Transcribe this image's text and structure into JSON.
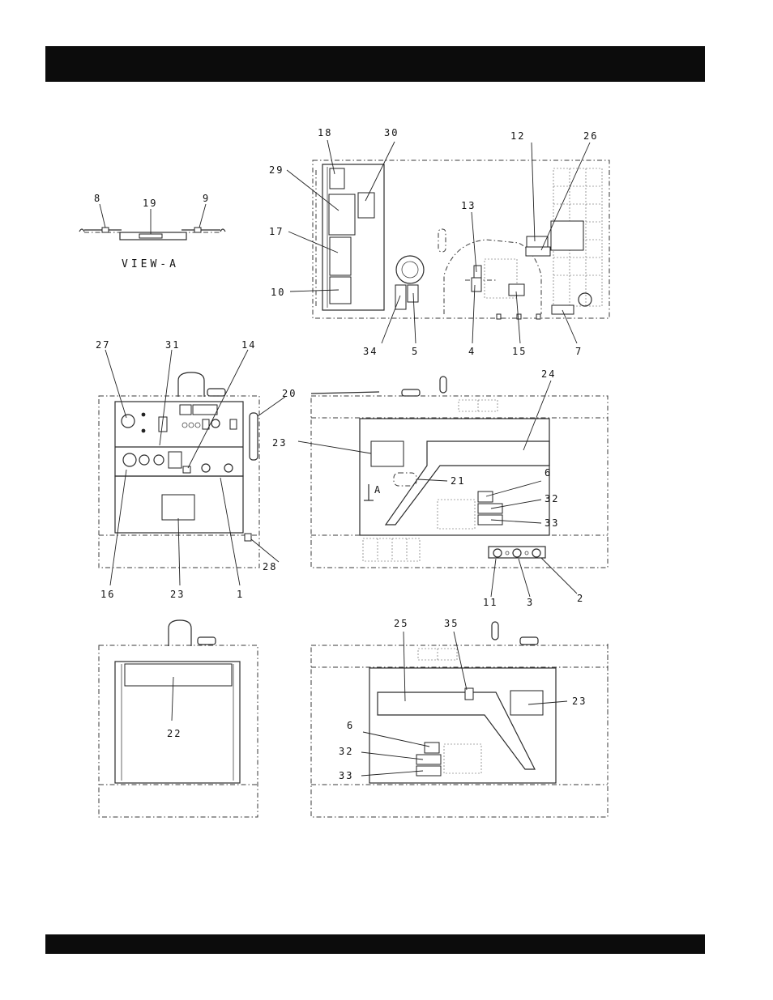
{
  "header": {
    "title": ""
  },
  "footer": {
    "text": ""
  },
  "diagram": {
    "view_caption": "VIEW-A",
    "marker_a": "A",
    "callouts": {
      "c8": "8",
      "c19": "19",
      "c9": "9",
      "c18": "18",
      "c30": "30",
      "c29": "29",
      "c17": "17",
      "c10": "10",
      "c12": "12",
      "c26": "26",
      "c13": "13",
      "c34": "34",
      "c5": "5",
      "c4": "4",
      "c15": "15",
      "c7": "7",
      "c27": "27",
      "c31": "31",
      "c14": "14",
      "c20": "20",
      "c16": "16",
      "c23a": "23",
      "c1": "1",
      "c28": "28",
      "c24": "24",
      "c23b": "23",
      "c21": "21",
      "c6a": "6",
      "c32a": "32",
      "c33a": "33",
      "c11": "11",
      "c3": "3",
      "c2": "2",
      "c22": "22",
      "c25": "25",
      "c35": "35",
      "c23c": "23",
      "c6b": "6",
      "c32b": "32",
      "c33b": "33"
    }
  }
}
